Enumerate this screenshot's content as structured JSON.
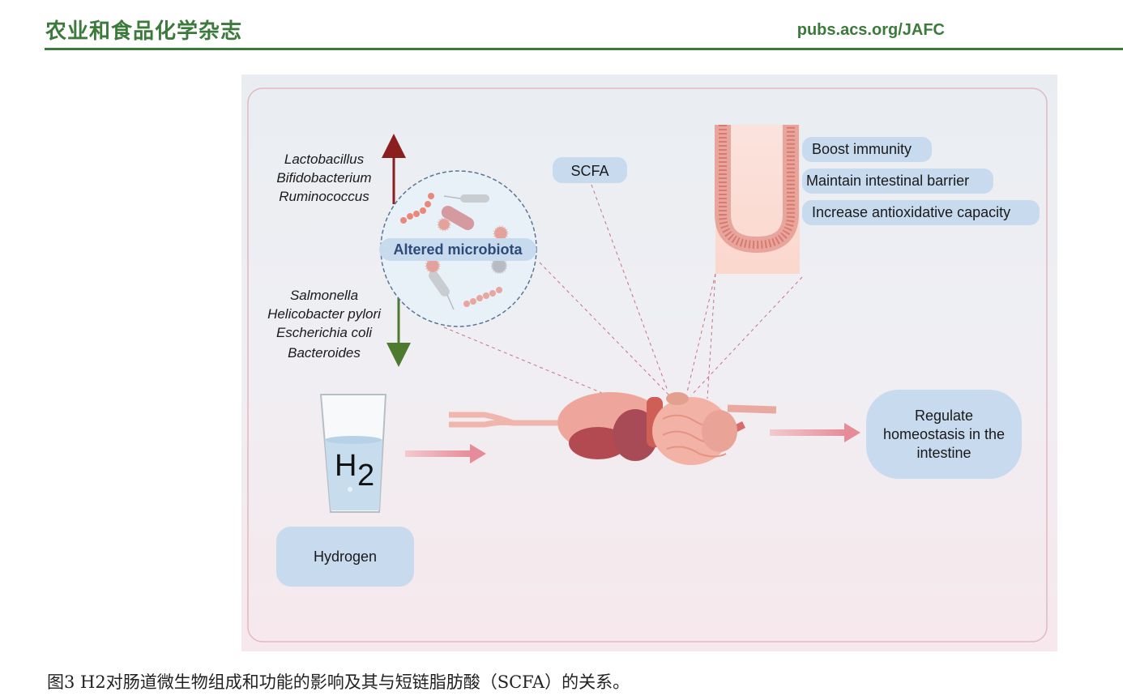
{
  "header": {
    "journal_title": "农业和食品化学杂志",
    "url": "pubs.acs.org/JAFC"
  },
  "figure": {
    "increased_bacteria": [
      "Lactobacillus",
      "Bifidobacterium",
      "Ruminococcus"
    ],
    "decreased_bacteria": [
      "Salmonella",
      "Helicobacter pylori",
      "Escherichia coli",
      "Bacteroides"
    ],
    "microbiota_label": "Altered microbiota",
    "scfa_label": "SCFA",
    "effects": [
      "Boost immunity",
      "Maintain intestinal barrier",
      "Increase antioxidative capacity"
    ],
    "h2_main": "H",
    "h2_sub": "2",
    "hydrogen_label": "Hydrogen",
    "outcome_lines": [
      "Regulate",
      "homeostasis in the",
      "intestine"
    ],
    "colors": {
      "up_arrow": "#8b1f1f",
      "down_arrow": "#4d7a2f",
      "label_box": "#c7daee",
      "header_green": "#3c7a3b"
    }
  },
  "caption": "图3 H2对肠道微生物组成和功能的影响及其与短链脂肪酸（SCFA）的关系。"
}
